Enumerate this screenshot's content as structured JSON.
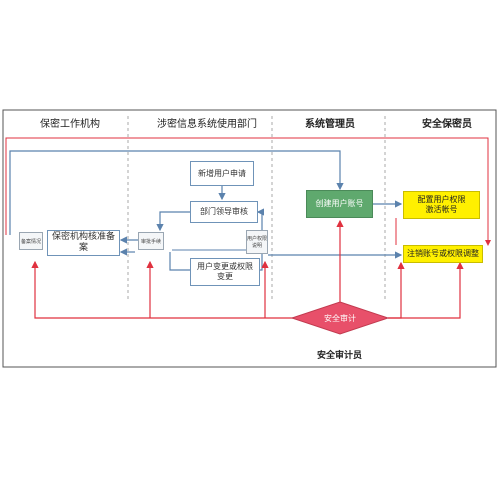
{
  "columns": {
    "security_org": "保密工作机构",
    "dept": "涉密信息系统使用部门",
    "sysadmin": "系统管理员",
    "secadmin": "安全保密员"
  },
  "nodes": {
    "new_user_request": "新增用户申请",
    "dept_leader_review": "部门领导审核",
    "user_change_line1": "用户变更或权限",
    "user_change_line2": "变更",
    "org_approval": "保密机构核准备案",
    "create_account": "创建用户账号",
    "config_line1": "配置用户权限",
    "config_line2": "激活帐号",
    "cancel_adjust": "注销账号或权限调整",
    "security_audit": "安全审计"
  },
  "documents": {
    "record_doc": "备案情况",
    "approval_doc": "审批手续",
    "permission_doc_line1": "用户权限",
    "permission_doc_line2": "说明"
  },
  "footer": {
    "auditor": "安全审计员"
  },
  "colors": {
    "flow_blue": "#5b82ad",
    "audit_red": "#e0313f",
    "create_green": "#5fa96e",
    "highlight_yellow": "#fff000"
  }
}
